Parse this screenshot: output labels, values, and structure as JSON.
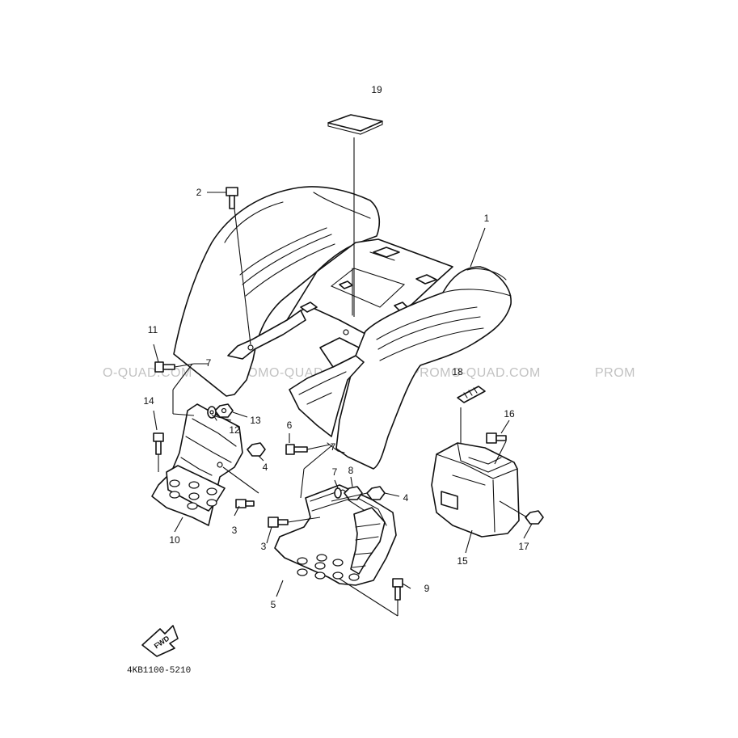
{
  "callouts": {
    "c1": "1",
    "c2": "2",
    "c3a": "3",
    "c3b": "3",
    "c4a": "4",
    "c4b": "4",
    "c5": "5",
    "c6": "6",
    "c7a": "7",
    "c7b": "7",
    "c8": "8",
    "c9": "9",
    "c10": "10",
    "c11": "11",
    "c12": "12",
    "c13": "13",
    "c14": "14",
    "c15": "15",
    "c16": "16",
    "c17": "17",
    "c18": "18",
    "c19": "19"
  },
  "watermarks": [
    "O-QUAD.COM",
    "PROMO-QUAD.COM",
    "PROMO-QUAD.COM",
    "PROM"
  ],
  "fwd_label": "FWD",
  "diagram_code": "4KB1100-5210"
}
